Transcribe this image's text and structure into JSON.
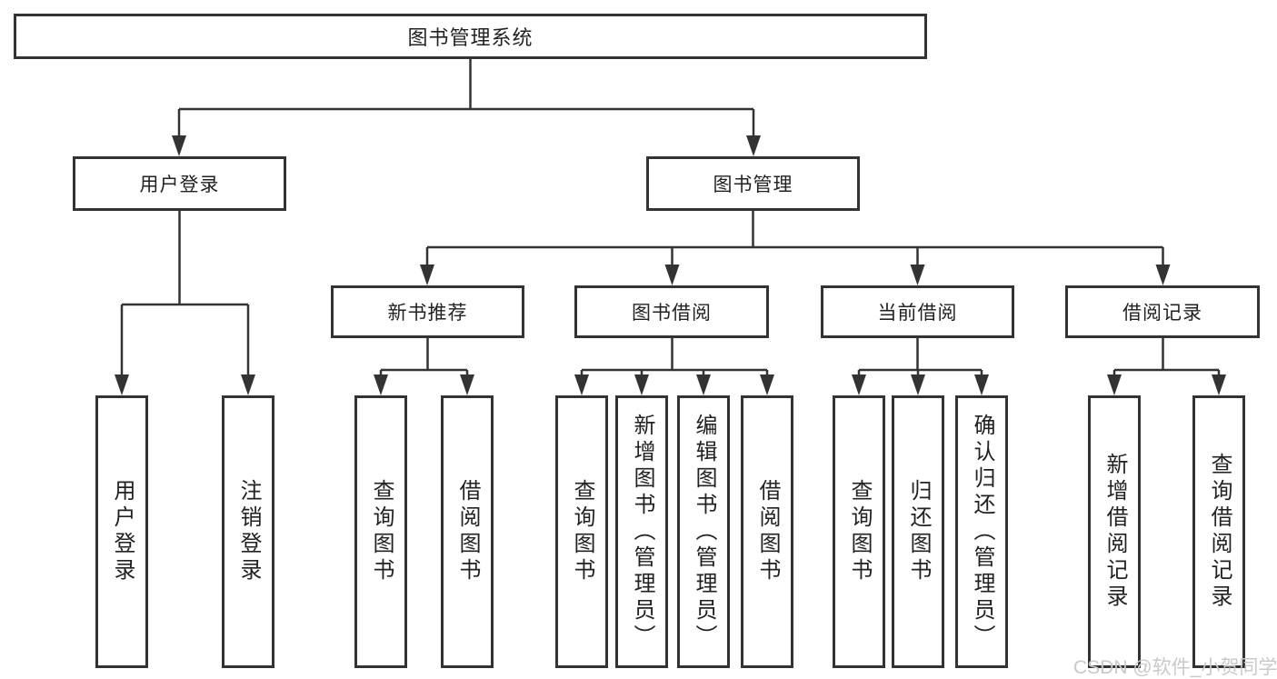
{
  "diagram": {
    "root": {
      "label": "图书管理系统"
    },
    "branches": [
      {
        "label": "用户登录",
        "children": [
          {
            "label": "用户登录"
          },
          {
            "label": "注销登录"
          }
        ]
      },
      {
        "label": "图书管理",
        "children": [
          {
            "label": "新书推荐",
            "children": [
              {
                "label": "查询图书"
              },
              {
                "label": "借阅图书"
              }
            ]
          },
          {
            "label": "图书借阅",
            "children": [
              {
                "label": "查询图书"
              },
              {
                "label": "新增图书（管理员）"
              },
              {
                "label": "编辑图书（管理员）"
              },
              {
                "label": "借阅图书"
              }
            ]
          },
          {
            "label": "当前借阅",
            "children": [
              {
                "label": "查询图书"
              },
              {
                "label": "归还图书"
              },
              {
                "label": "确认归还（管理员）"
              }
            ]
          },
          {
            "label": "借阅记录",
            "children": [
              {
                "label": "新增借阅记录"
              },
              {
                "label": "查询借阅记录"
              }
            ]
          }
        ]
      }
    ],
    "colors": {
      "line": "#333333",
      "border": "#333333",
      "text": "#222222",
      "background": "#ffffff"
    }
  },
  "watermark": {
    "text": "CSDN @软件_小贺同学",
    "color": "#c9c9cd"
  }
}
